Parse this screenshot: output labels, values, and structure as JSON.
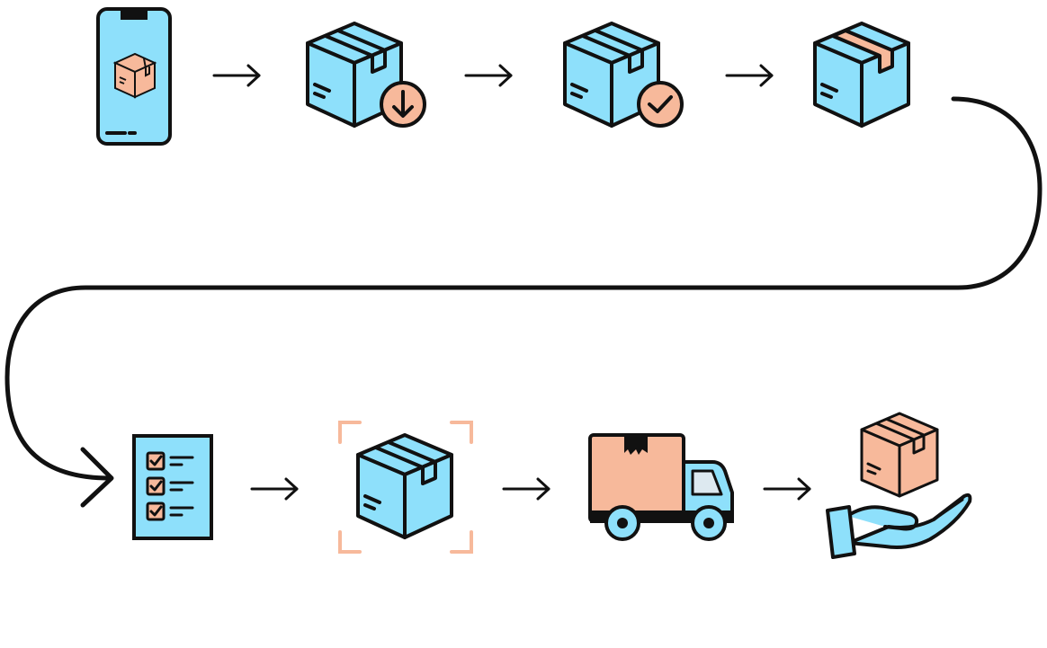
{
  "diagram": {
    "type": "process-flow",
    "colors": {
      "stroke": "#111111",
      "box_blue": "#8ee0fb",
      "accent_peach": "#f7b99b",
      "background": "#ffffff"
    },
    "rows": [
      {
        "steps": [
          {
            "id": "order-on-phone",
            "icon": "smartphone-package-icon"
          },
          {
            "id": "package-received",
            "icon": "package-download-icon"
          },
          {
            "id": "package-checked",
            "icon": "package-check-icon"
          },
          {
            "id": "package-sealed",
            "icon": "package-taped-icon"
          }
        ]
      },
      {
        "steps": [
          {
            "id": "checklist",
            "icon": "checklist-icon"
          },
          {
            "id": "package-scan",
            "icon": "package-scan-icon"
          },
          {
            "id": "delivery-truck",
            "icon": "delivery-truck-icon"
          },
          {
            "id": "package-handover",
            "icon": "hand-package-icon"
          }
        ]
      }
    ],
    "connector": {
      "icon": "s-curve-arrow",
      "from": "package-sealed",
      "to": "checklist"
    }
  }
}
